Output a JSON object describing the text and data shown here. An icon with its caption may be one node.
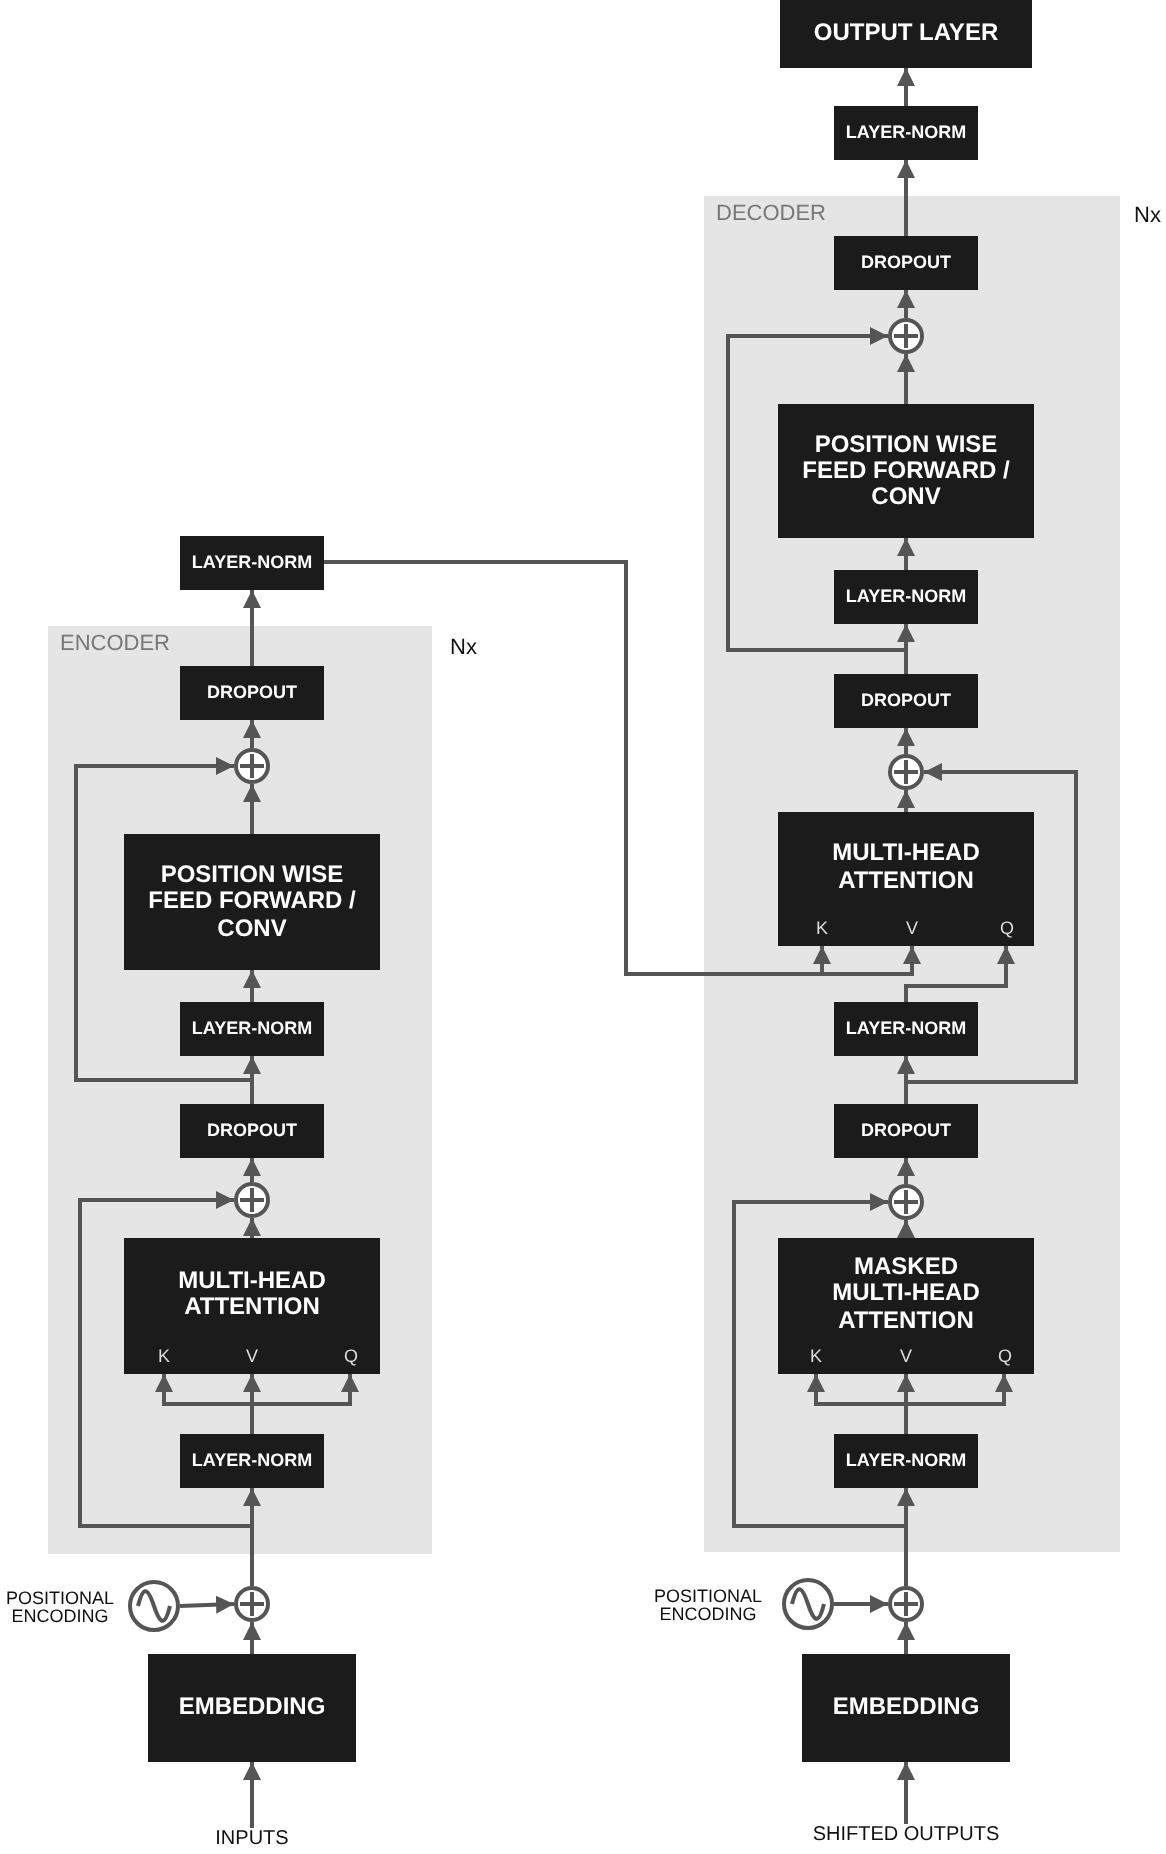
{
  "diagram": {
    "nodes": [
      {
        "text": [
          "LAYER-NORM"
        ]
      },
      {
        "text": [
          "ENCODER"
        ],
        "beside": [
          "Nx"
        ]
      },
      {
        "text": [
          "DROPOUT"
        ],
        "in": 1
      },
      {
        "text": [],
        "shape": "circle",
        "in": 1
      },
      {
        "text": [
          "POSITION WISE FEED FORWARD / CONV"
        ],
        "in": 1
      },
      {
        "text": [
          "LAYER-NORM"
        ],
        "in": 1
      },
      {
        "text": [
          "DROPOUT"
        ],
        "in": 1
      },
      {
        "text": [],
        "shape": "circle",
        "in": 1
      },
      {
        "text": [
          "MULTI-HEAD ATTENTION",
          "K",
          "V",
          "Q"
        ],
        "in": 1
      },
      {
        "text": [
          "LAYER-NORM"
        ],
        "in": 1
      },
      {
        "text": [],
        "shape": "circle",
        "beside": [
          "POSITIONAL ENCODING"
        ]
      },
      {
        "text": [],
        "shape": "circle"
      },
      {
        "text": [
          "EMBEDDING"
        ]
      },
      {
        "text": [
          "INPUTS"
        ]
      },
      {
        "text": [
          "OUTPUT LAYER"
        ]
      },
      {
        "text": [
          "LAYER-NORM"
        ]
      },
      {
        "text": [
          "DECODER"
        ],
        "beside": [
          "Nx"
        ]
      },
      {
        "text": [
          "DROPOUT"
        ],
        "in": 16
      },
      {
        "text": [],
        "shape": "circle",
        "in": 16
      },
      {
        "text": [
          "POSITION WISE FEED FORWARD / CONV"
        ],
        "in": 16
      },
      {
        "text": [
          "LAYER-NORM"
        ],
        "in": 16
      },
      {
        "text": [
          "DROPOUT"
        ],
        "in": 16
      },
      {
        "text": [],
        "shape": "circle",
        "in": 16
      },
      {
        "text": [
          "MULTI-HEAD ATTENTION",
          "K",
          "V",
          "Q"
        ],
        "in": 16
      },
      {
        "text": [
          "LAYER-NORM"
        ],
        "in": 16
      },
      {
        "text": [
          "DROPOUT"
        ],
        "in": 16
      },
      {
        "text": [],
        "shape": "circle",
        "in": 16
      },
      {
        "text": [
          "MASKED MULTI-HEAD ATTENTION",
          "K",
          "V",
          "Q"
        ],
        "in": 16
      },
      {
        "text": [
          "LAYER-NORM"
        ],
        "in": 16
      },
      {
        "text": [],
        "shape": "circle",
        "beside": [
          "POSITIONAL ENCODING"
        ]
      },
      {
        "text": [],
        "shape": "circle"
      },
      {
        "text": [
          "EMBEDDING"
        ]
      },
      {
        "text": [
          "SHIFTED OUTPUTS"
        ]
      }
    ],
    "edges": [
      {
        "from": 13,
        "to": 12,
        "arrow": "to"
      },
      {
        "from": 12,
        "to": 11,
        "arrow": "to"
      },
      {
        "from": 10,
        "to": 11,
        "arrow": "to"
      },
      {
        "from": 11,
        "to": 9,
        "arrow": "to"
      },
      {
        "from": 11,
        "to": 7,
        "arrow": "to"
      },
      {
        "from": 9,
        "to": 8,
        "arrow": "to"
      },
      {
        "from": 9,
        "to": 8,
        "arrow": "to"
      },
      {
        "from": 9,
        "to": 8,
        "arrow": "to"
      },
      {
        "from": 8,
        "to": 7,
        "arrow": "to"
      },
      {
        "from": 7,
        "to": 6,
        "arrow": "to"
      },
      {
        "from": 6,
        "to": 5,
        "arrow": "to"
      },
      {
        "from": 6,
        "to": 3,
        "arrow": "to"
      },
      {
        "from": 5,
        "to": 4,
        "arrow": "to"
      },
      {
        "from": 4,
        "to": 3,
        "arrow": "to"
      },
      {
        "from": 3,
        "to": 2,
        "arrow": "to"
      },
      {
        "from": 2,
        "to": 0,
        "arrow": "to"
      },
      {
        "from": 0,
        "to": 23,
        "arrow": "to"
      },
      {
        "from": 0,
        "to": 23,
        "arrow": "to"
      },
      {
        "from": 24,
        "to": 23,
        "arrow": "to"
      },
      {
        "from": 23,
        "to": 22,
        "arrow": "to"
      },
      {
        "from": 22,
        "to": 21,
        "arrow": "to"
      },
      {
        "from": 21,
        "to": 20,
        "arrow": "to"
      },
      {
        "from": 21,
        "to": 18,
        "arrow": "to"
      },
      {
        "from": 20,
        "to": 19,
        "arrow": "to"
      },
      {
        "from": 19,
        "to": 18,
        "arrow": "to"
      },
      {
        "from": 18,
        "to": 17,
        "arrow": "to"
      },
      {
        "from": 17,
        "to": 15,
        "arrow": "to"
      },
      {
        "from": 15,
        "to": 14,
        "arrow": "to"
      },
      {
        "from": 25,
        "to": 24,
        "arrow": "to"
      },
      {
        "from": 25,
        "to": 22,
        "arrow": "to"
      },
      {
        "from": 26,
        "to": 25,
        "arrow": "to"
      },
      {
        "from": 27,
        "to": 26,
        "arrow": "to"
      },
      {
        "from": 28,
        "to": 27,
        "arrow": "to"
      },
      {
        "from": 28,
        "to": 27,
        "arrow": "to"
      },
      {
        "from": 28,
        "to": 27,
        "arrow": "to"
      },
      {
        "from": 30,
        "to": 28,
        "arrow": "to"
      },
      {
        "from": 30,
        "to": 26,
        "arrow": "to"
      },
      {
        "from": 29,
        "to": 30,
        "arrow": "to"
      },
      {
        "from": 31,
        "to": 30,
        "arrow": "to"
      },
      {
        "from": 32,
        "to": 31,
        "arrow": "to"
      }
    ]
  }
}
